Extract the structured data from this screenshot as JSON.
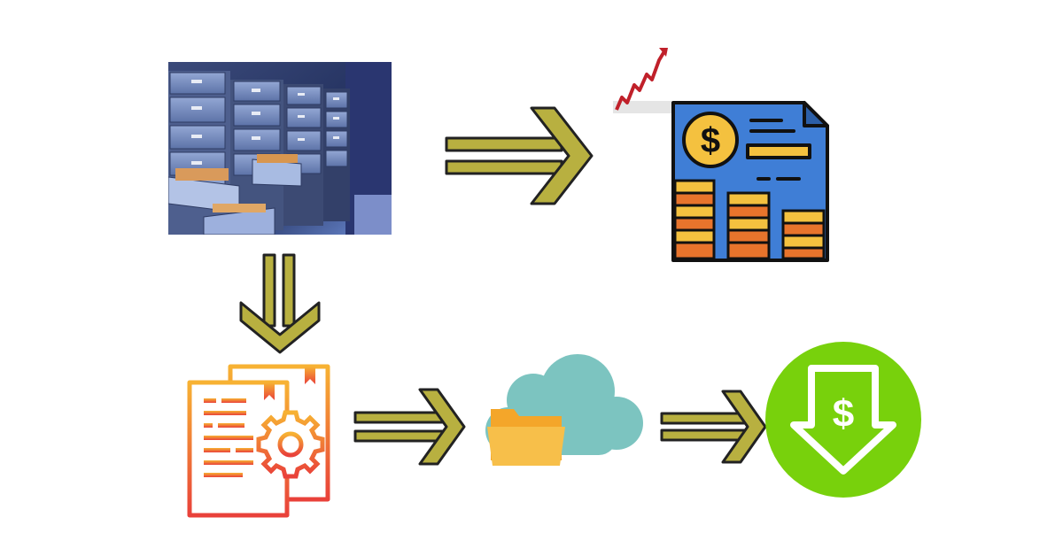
{
  "diagram": {
    "nodes": [
      {
        "id": "archive",
        "icon": "filing-cabinet-archive-photo"
      },
      {
        "id": "revenue",
        "icon": "financial-report-icon",
        "badge_icon": "rising-chart-icon"
      },
      {
        "id": "documents",
        "icon": "document-settings-icon"
      },
      {
        "id": "cloud",
        "icon": "cloud-folder-icon"
      },
      {
        "id": "savings",
        "icon": "dollar-down-arrow-icon"
      }
    ],
    "edges": [
      {
        "from": "archive",
        "to": "revenue",
        "icon": "double-arrow-right-icon"
      },
      {
        "from": "archive",
        "to": "documents",
        "icon": "double-arrow-down-icon"
      },
      {
        "from": "documents",
        "to": "cloud",
        "icon": "double-arrow-right-icon"
      },
      {
        "from": "cloud",
        "to": "savings",
        "icon": "double-arrow-right-icon"
      }
    ],
    "symbols": {
      "revenue_coin": "$",
      "savings_coin": "$"
    },
    "colors": {
      "arrow_fill": "#b8b040",
      "arrow_stroke": "#222222",
      "cabinet_blue": "#6f86b8",
      "report_blue": "#3f7ed6",
      "coin_yellow": "#f4c13f",
      "coin_orange": "#e8742c",
      "doc_gradient_top": "#f7b233",
      "doc_gradient_bottom": "#e9413a",
      "cloud_teal": "#7cc4c0",
      "folder_orange": "#f4a62a",
      "savings_green": "#78d10c"
    }
  }
}
